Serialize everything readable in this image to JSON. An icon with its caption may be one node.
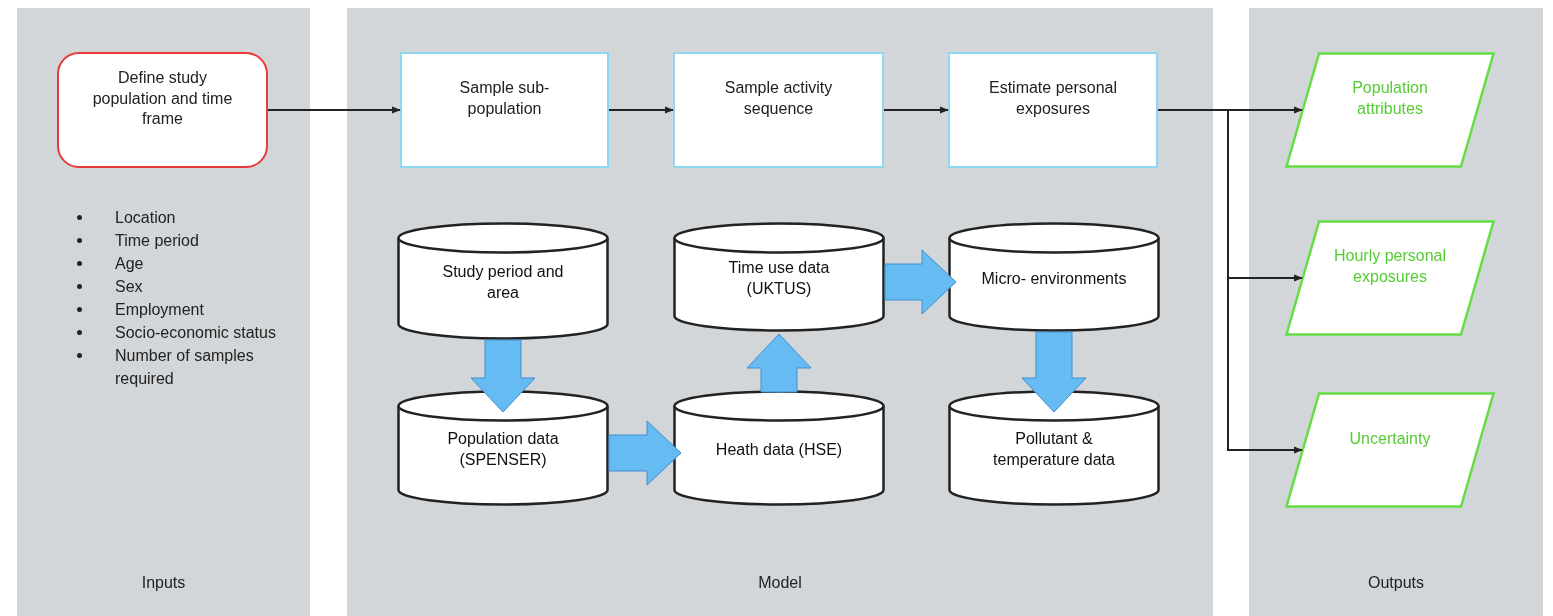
{
  "diagram": {
    "nodes": [
      {
        "text": [
          "Inputs"
        ]
      },
      {
        "text": [
          "Model"
        ]
      },
      {
        "text": [
          "Outputs"
        ]
      },
      {
        "text": [
          "Define study population and time frame"
        ],
        "in": 0
      },
      {
        "text": [
          "Sample sub-population"
        ],
        "in": 1
      },
      {
        "text": [
          "Sample activity sequence"
        ],
        "in": 1
      },
      {
        "text": [
          "Estimate personal exposures"
        ],
        "in": 1
      },
      {
        "text": [
          "Study period and area"
        ],
        "in": 1
      },
      {
        "text": [
          "Time use data (UKTUS)"
        ],
        "in": 1
      },
      {
        "text": [
          "Micro- environments"
        ],
        "in": 1
      },
      {
        "text": [
          "Population data (SPENSER)"
        ],
        "in": 1
      },
      {
        "text": [
          "Heath data (HSE)"
        ],
        "in": 1
      },
      {
        "text": [
          "Pollutant & temperature data"
        ],
        "in": 1
      },
      {
        "text": [
          "Population attributes"
        ],
        "in": 2
      },
      {
        "text": [
          "Hourly personal exposures"
        ],
        "in": 2
      },
      {
        "text": [
          "Uncertainty"
        ],
        "in": 2
      }
    ],
    "edges": [
      {
        "from": 3,
        "to": 4,
        "arrow": "to"
      },
      {
        "from": 4,
        "to": 5,
        "arrow": "to"
      },
      {
        "from": 5,
        "to": 6,
        "arrow": "to"
      },
      {
        "from": 6,
        "to": 13,
        "arrow": "to"
      },
      {
        "from": 6,
        "to": 14,
        "arrow": "to"
      },
      {
        "from": 6,
        "to": 15,
        "arrow": "to"
      },
      {
        "from": 7,
        "to": 10,
        "arrow": "to",
        "style": "thick",
        "color": "#66bbf2"
      },
      {
        "from": 10,
        "to": 11,
        "arrow": "to",
        "style": "thick",
        "color": "#66bbf2"
      },
      {
        "from": 11,
        "to": 8,
        "arrow": "to",
        "style": "thick",
        "color": "#66bbf2"
      },
      {
        "from": 8,
        "to": 9,
        "arrow": "to",
        "style": "thick",
        "color": "#66bbf2"
      },
      {
        "from": 9,
        "to": 12,
        "arrow": "to",
        "style": "thick",
        "color": "#66bbf2"
      }
    ],
    "labels": [
      "Location",
      "Time period",
      "Age",
      "Sex",
      "Employment",
      "Socio-economic status",
      "Number of samples required"
    ]
  }
}
